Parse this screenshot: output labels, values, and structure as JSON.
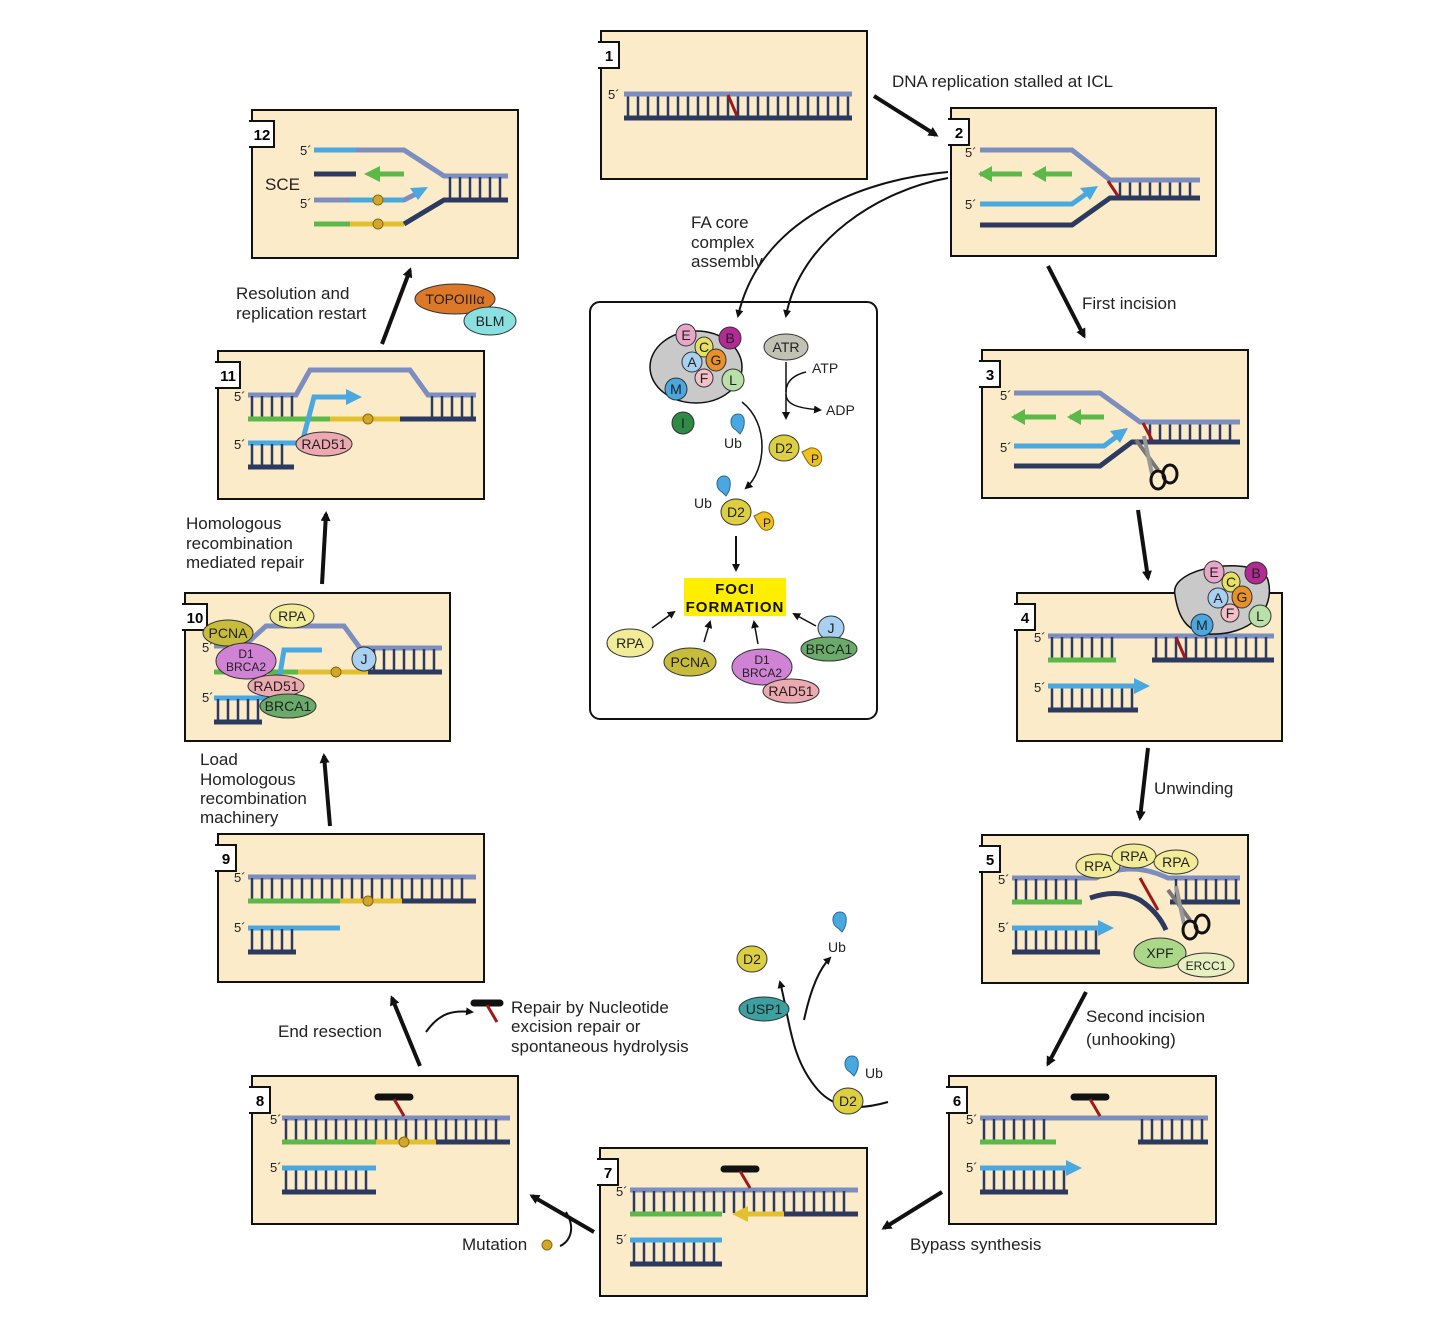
{
  "labels": {
    "stalled": "DNA replication stalled at ICL",
    "first_incision": "First incision",
    "unwinding": "Unwinding",
    "second_incision_1": "Second incision",
    "second_incision_2": "(unhooking)",
    "bypass": "Bypass synthesis",
    "mutation": "Mutation",
    "end_resection": "End resection",
    "ner_1": "Repair by Nucleotide",
    "ner_2": "excision repair or",
    "ner_3": "spontaneous hydrolysis",
    "load_1": "Load",
    "load_2": "Homologous",
    "load_3": "recombination",
    "load_4": "machinery",
    "hr_1": "Homologous",
    "hr_2": "recombination",
    "hr_3": "mediated repair",
    "resolution_1": "Resolution and",
    "resolution_2": "replication restart",
    "fa_1": "FA core",
    "fa_2": "complex",
    "fa_3": "assembly",
    "sce": "SCE",
    "five_prime": "5´",
    "foci_1": "FOCI",
    "foci_2": "FORMATION",
    "atp": "ATP",
    "adp": "ADP",
    "ub": "Ub",
    "p": "P"
  },
  "panels": [
    "1",
    "2",
    "3",
    "4",
    "5",
    "6",
    "7",
    "8",
    "9",
    "10",
    "11",
    "12"
  ],
  "proteins": {
    "E": "E",
    "B": "B",
    "C": "C",
    "A": "A",
    "G": "G",
    "F": "F",
    "M": "M",
    "L": "L",
    "I": "I",
    "ATR": "ATR",
    "D2": "D2",
    "RPA": "RPA",
    "PCNA": "PCNA",
    "D1": "D1",
    "BRCA2": "BRCA2",
    "RAD51": "RAD51",
    "J": "J",
    "BRCA1": "BRCA1",
    "XPF": "XPF",
    "ERCC1": "ERCC1",
    "USP1": "USP1",
    "TOPOIIIa": "TOPOIIIα",
    "BLM": "BLM"
  },
  "colors": {
    "panel_bg": "#fcebc9",
    "template_strand": "#7c8ebf",
    "dark_strand": "#2c3a60",
    "light_blue_strand": "#4aa8e0",
    "green_strand": "#5cb848",
    "yellow_strand": "#e2c030",
    "crosslink": "#a01818",
    "foci_highlight": "#ffee00"
  }
}
